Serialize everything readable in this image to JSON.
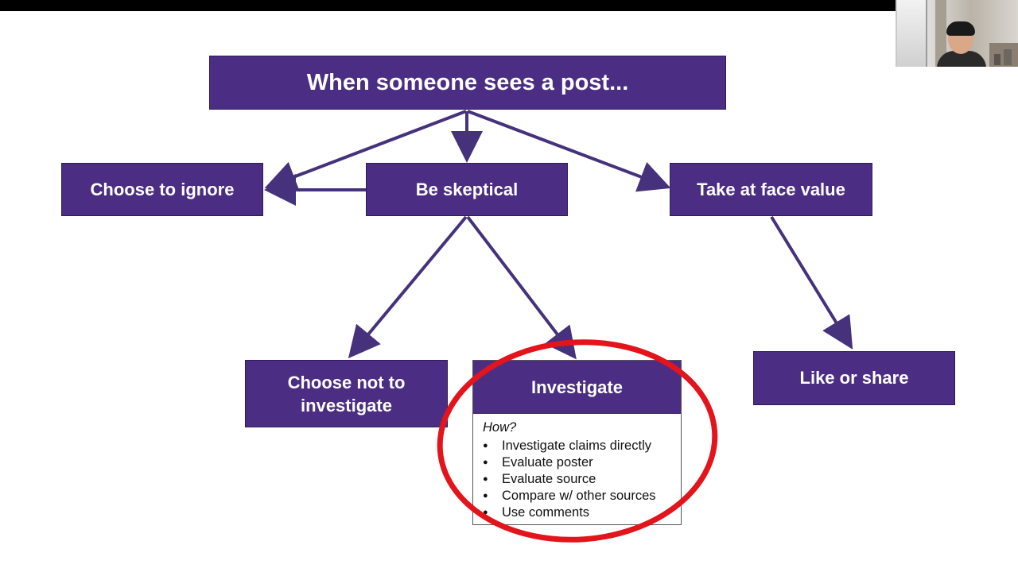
{
  "diagram": {
    "root": "When someone sees a post...",
    "level1": {
      "ignore": "Choose to ignore",
      "skeptical": "Be skeptical",
      "face_value": "Take at face value"
    },
    "level2": {
      "not_investigate_line1": "Choose not to",
      "not_investigate_line2": "investigate",
      "investigate": {
        "title": "Investigate",
        "prompt": "How?",
        "methods": [
          "Investigate claims directly",
          "Evaluate poster",
          "Evaluate source",
          "Compare w/ other sources",
          "Use comments"
        ]
      },
      "like_share": "Like or share"
    }
  },
  "colors": {
    "box_fill": "#4b2e83",
    "arrow": "#46317c",
    "highlight_circle": "#e3141b",
    "top_bar": "#000000"
  }
}
